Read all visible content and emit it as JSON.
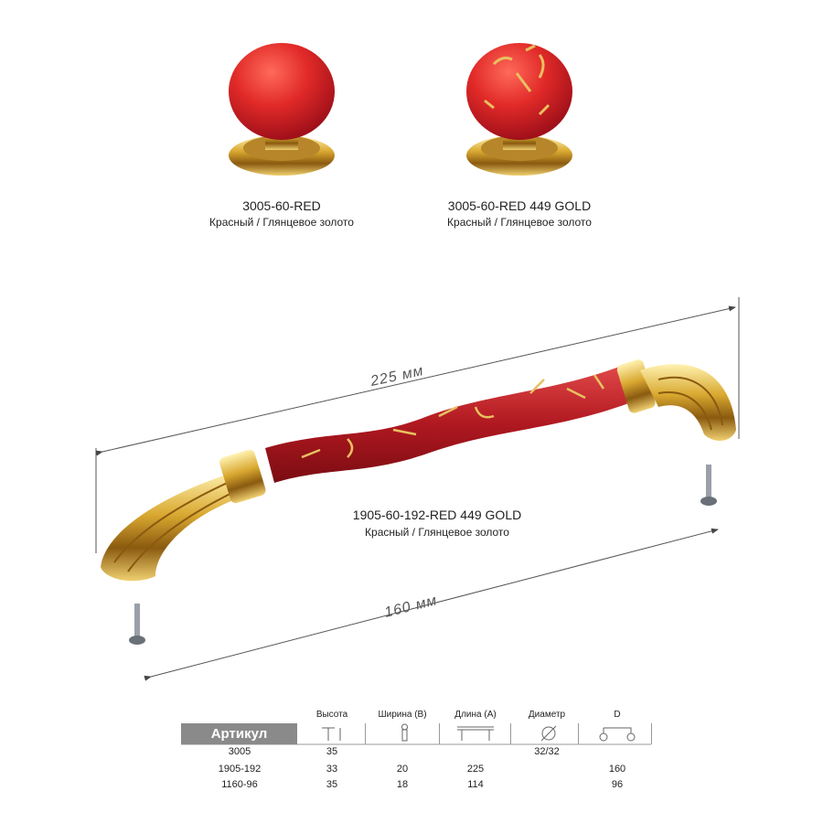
{
  "products": {
    "knob_plain": {
      "code": "3005-60-RED",
      "finish": "Красный / Глянцевое золото"
    },
    "knob_gold": {
      "code": "3005-60-RED 449 GOLD",
      "finish": "Красный / Глянцевое золото"
    },
    "handle": {
      "code": "1905-60-192-RED 449 GOLD",
      "finish": "Красный / Глянцевое золото"
    }
  },
  "dimensions": {
    "overall": "225 мм",
    "center_to_center": "160 мм"
  },
  "table": {
    "header": "Артикул",
    "columns": [
      "Высота",
      "Ширина (B)",
      "Длина (A)",
      "Диаметр",
      "D"
    ],
    "rows": [
      [
        "3005",
        "35",
        "",
        "",
        "32/32",
        ""
      ],
      [
        "1905-192",
        "33",
        "20",
        "225",
        "",
        "160"
      ],
      [
        "1160-96",
        "35",
        "18",
        "114",
        "",
        "96"
      ]
    ]
  },
  "colors": {
    "red": "#d8262a",
    "gold": "#d9b04a",
    "header_gray": "#8a8a8a"
  }
}
